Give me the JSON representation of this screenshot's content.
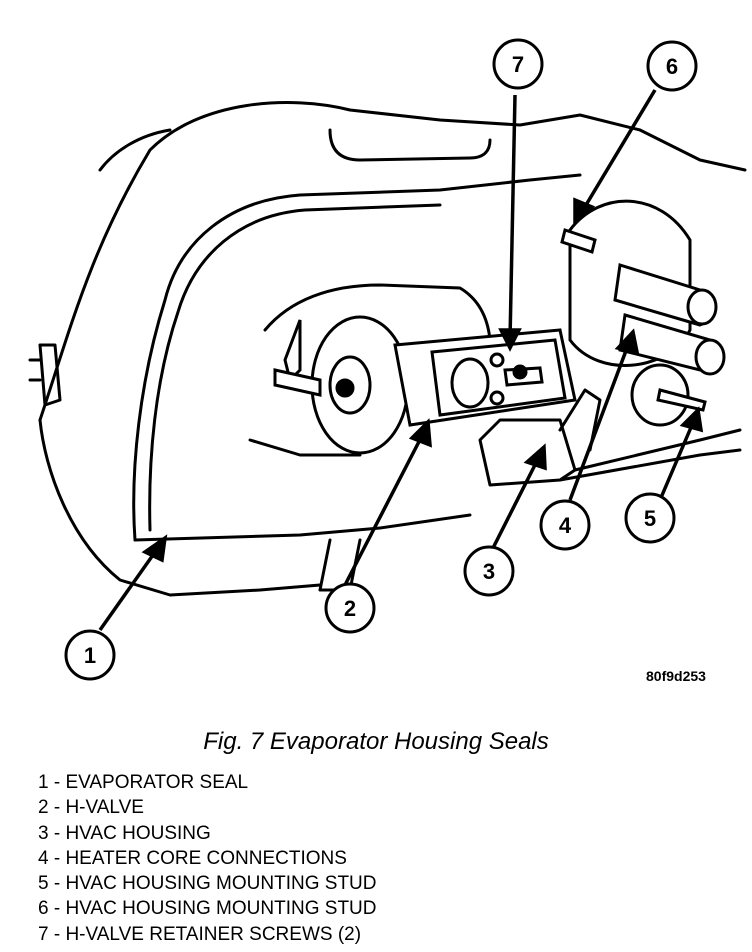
{
  "figure": {
    "figure_id": "80f9d253",
    "callouts": [
      {
        "number": "1"
      },
      {
        "number": "2"
      },
      {
        "number": "3"
      },
      {
        "number": "4"
      },
      {
        "number": "5"
      },
      {
        "number": "6"
      },
      {
        "number": "7"
      }
    ]
  },
  "caption": "Fig. 7 Evaporator Housing Seals",
  "legend": [
    "1 - EVAPORATOR SEAL",
    "2 - H-VALVE",
    "3 - HVAC HOUSING",
    "4 - HEATER CORE CONNECTIONS",
    "5 - HVAC HOUSING MOUNTING STUD",
    "6 - HVAC HOUSING MOUNTING STUD",
    "7 - H-VALVE RETAINER SCREWS (2)"
  ]
}
